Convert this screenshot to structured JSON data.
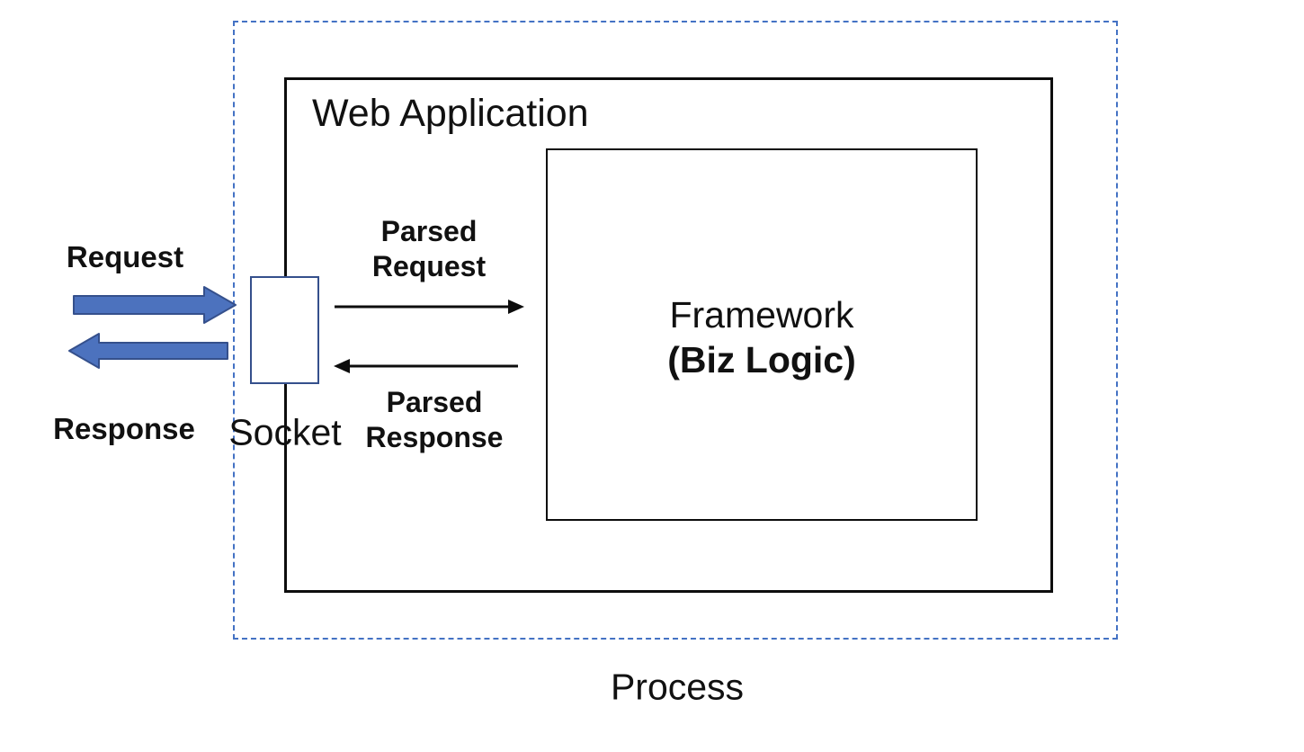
{
  "diagram": {
    "process": {
      "label": "Process"
    },
    "web_application": {
      "label": "Web Application"
    },
    "framework": {
      "label_line1": "Framework",
      "label_line2": "(Biz Logic)"
    },
    "socket": {
      "label": "Socket"
    },
    "flows": {
      "request": "Request",
      "response": "Response",
      "parsed_request_line1": "Parsed",
      "parsed_request_line2": "Request",
      "parsed_response_line1": "Parsed",
      "parsed_response_line2": "Response"
    }
  },
  "colors": {
    "arrow-fill": "#4C72BE",
    "arrow-stroke": "#35508C",
    "boundary-blue": "#4472C4",
    "socket-border": "#35508C",
    "box-black": "#0d0d0d",
    "text-color": "#111111",
    "bg": "#ffffff"
  }
}
